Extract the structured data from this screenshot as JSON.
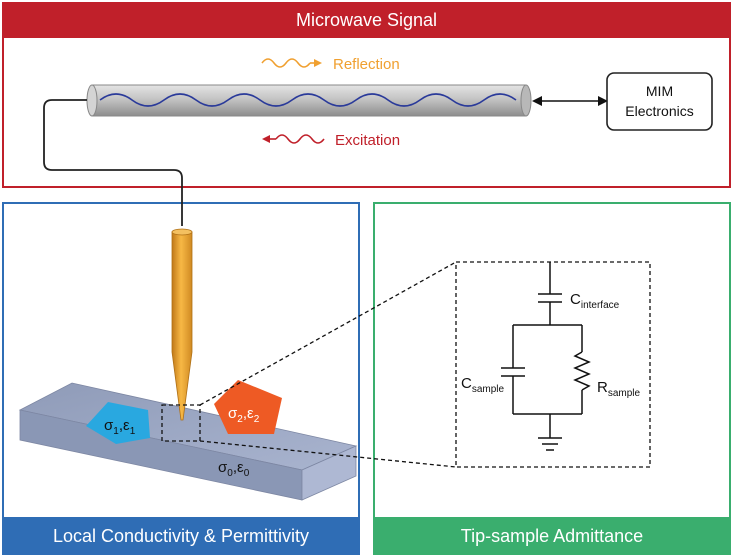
{
  "header": {
    "title": "Microwave Signal"
  },
  "signals": {
    "reflection": "Reflection",
    "excitation": "Excitation"
  },
  "electronics": {
    "line1": "MIM",
    "line2": "Electronics"
  },
  "left_panel": {
    "title": "Local Conductivity & Permittivity"
  },
  "right_panel": {
    "title": "Tip-sample Admittance"
  },
  "sample": {
    "region1": {
      "sym_a": "σ",
      "sub_a": "1",
      "sym_b": ",ε",
      "sub_b": "1"
    },
    "region2": {
      "sym_a": "σ",
      "sub_a": "2",
      "sym_b": ",ε",
      "sub_b": "2"
    },
    "region0": {
      "sym_a": "σ",
      "sub_a": "0",
      "sym_b": ",ε",
      "sub_b": "0"
    }
  },
  "circuit": {
    "c_interface": {
      "main": "C",
      "sub": "interface"
    },
    "c_sample": {
      "main": "C",
      "sub": "sample"
    },
    "r_sample": {
      "main": "R",
      "sub": "sample"
    }
  },
  "colors": {
    "red": "#c0202a",
    "blue": "#2f6db5",
    "green": "#3aae6e",
    "reflection": "#f0a030",
    "excitation": "#c0202a",
    "region1": "#29a8e0",
    "region2": "#ee5a24",
    "tip": "#f0a830"
  }
}
